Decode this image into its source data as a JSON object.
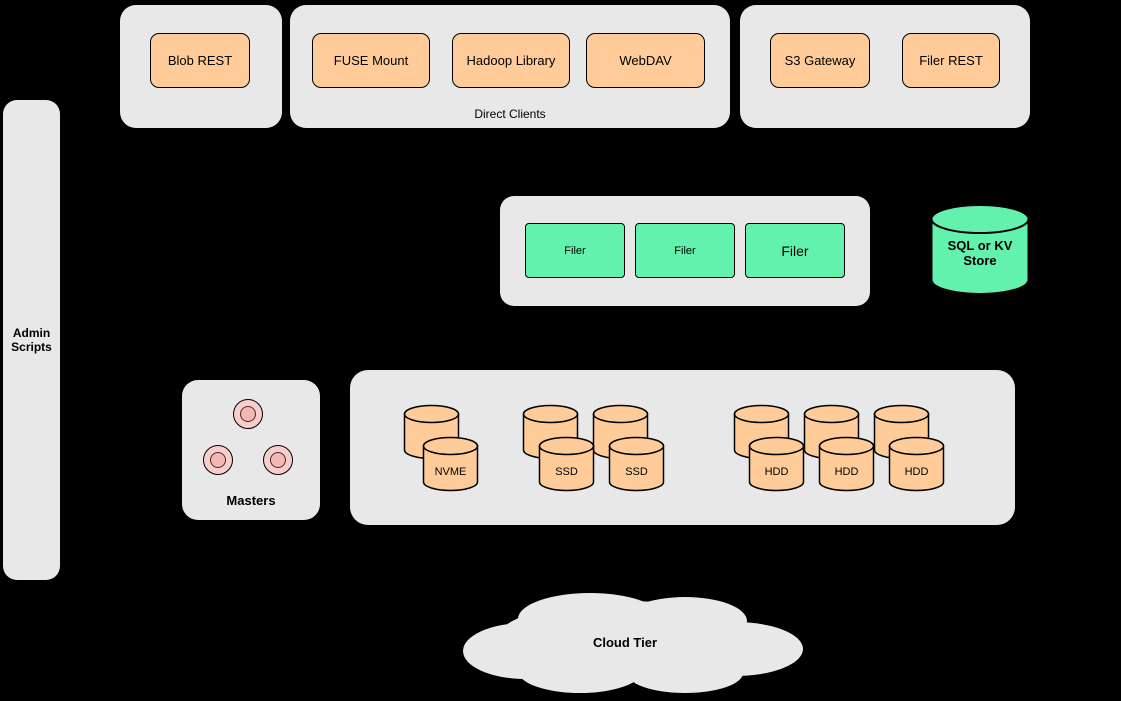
{
  "colors": {
    "background": "#000000",
    "panel_gray": "#e8e8e8",
    "node_orange": "#ffcc99",
    "node_green": "#63f2ad",
    "circle_pink": "#f8cecc",
    "stroke": "#000000"
  },
  "clients": {
    "blob_group": {
      "items": [
        {
          "label": "Blob REST"
        }
      ]
    },
    "direct_clients_group": {
      "caption": "Direct Clients",
      "items": [
        {
          "label": "FUSE Mount"
        },
        {
          "label": "Hadoop Library"
        },
        {
          "label": "WebDAV"
        }
      ]
    },
    "gateway_group": {
      "items": [
        {
          "label": "S3 Gateway"
        },
        {
          "label": "Filer REST"
        }
      ]
    }
  },
  "admin_scripts": {
    "label": "Admin Scripts"
  },
  "filer_cluster": {
    "items": [
      {
        "label": "Filer"
      },
      {
        "label": "Filer"
      },
      {
        "label": "Filer"
      }
    ]
  },
  "metadata_store": {
    "label": "SQL or KV Store"
  },
  "masters": {
    "label": "Masters",
    "node_count": 3
  },
  "volume_servers": {
    "groups": [
      {
        "name": "nvme",
        "back_cylinders": 1,
        "labels": [
          "NVME"
        ]
      },
      {
        "name": "ssd",
        "back_cylinders": 2,
        "labels": [
          "SSD",
          "SSD"
        ]
      },
      {
        "name": "hdd",
        "back_cylinders": 3,
        "labels": [
          "HDD",
          "HDD",
          "HDD"
        ]
      }
    ]
  },
  "cloud_tier": {
    "label": "Cloud Tier"
  }
}
